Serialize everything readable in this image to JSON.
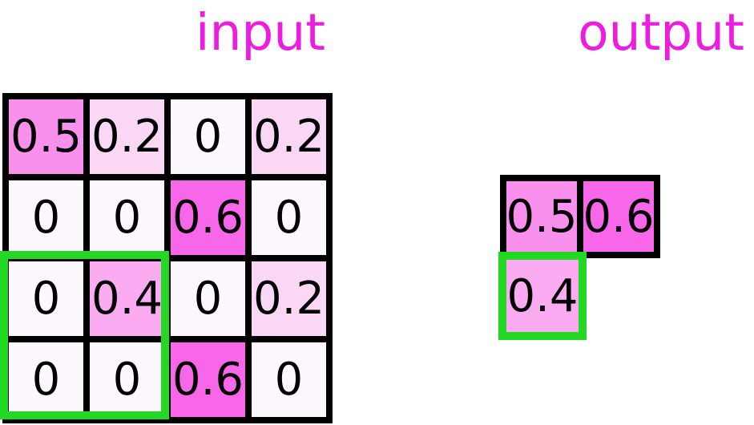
{
  "titles": {
    "input": "input",
    "output": "output"
  },
  "colors": {
    "title_text": "#ed1de0",
    "grid_line": "#000000",
    "cell_text": "#000000",
    "highlight_green": "#22d822",
    "background": "#ffffff",
    "value_fill": {
      "0": "#fdf8fd",
      "0.2": "#fbd7f6",
      "0.4": "#fbabf2",
      "0.5": "#fa90ee",
      "0.6": "#f867e9"
    }
  },
  "input_grid": {
    "rows": 4,
    "cols": 4,
    "cells": [
      [
        "0.5",
        "0.2",
        "0",
        "0.2"
      ],
      [
        "0",
        "0",
        "0.6",
        "0"
      ],
      [
        "0",
        "0.4",
        "0",
        "0.2"
      ],
      [
        "0",
        "0",
        "0.6",
        "0"
      ]
    ],
    "pooling_window": {
      "row_start": 2,
      "col_start": 0,
      "row_span": 2,
      "col_span": 2
    }
  },
  "output_grid": {
    "rows": 2,
    "cols": 2,
    "cells": [
      [
        "0.5",
        "0.6"
      ],
      [
        "0.4",
        ""
      ]
    ],
    "highlighted_cell": {
      "row": 1,
      "col": 0
    }
  }
}
